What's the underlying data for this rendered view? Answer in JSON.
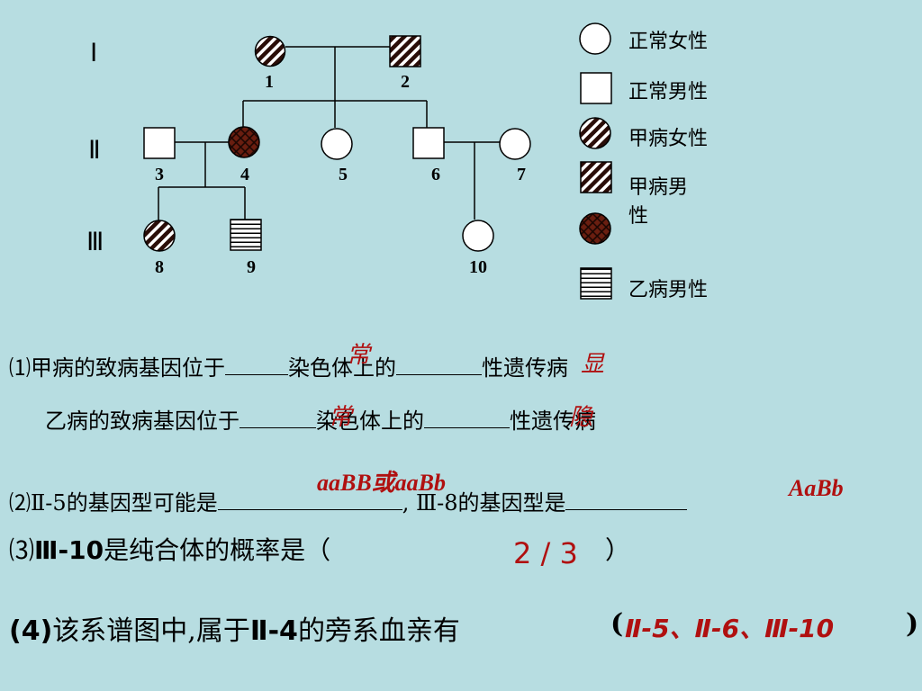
{
  "generations": [
    "Ⅰ",
    "Ⅱ",
    "Ⅲ"
  ],
  "individuals": [
    {
      "id": "1",
      "sex": "female",
      "phenotype": "disease_a"
    },
    {
      "id": "2",
      "sex": "male",
      "phenotype": "disease_a"
    },
    {
      "id": "3",
      "sex": "male",
      "phenotype": "normal"
    },
    {
      "id": "4",
      "sex": "female",
      "phenotype": "disease_a_b"
    },
    {
      "id": "5",
      "sex": "female",
      "phenotype": "normal"
    },
    {
      "id": "6",
      "sex": "male",
      "phenotype": "normal"
    },
    {
      "id": "7",
      "sex": "female",
      "phenotype": "normal"
    },
    {
      "id": "8",
      "sex": "female",
      "phenotype": "disease_a"
    },
    {
      "id": "9",
      "sex": "male",
      "phenotype": "disease_b"
    },
    {
      "id": "10",
      "sex": "female",
      "phenotype": "normal"
    }
  ],
  "legend": [
    {
      "symbol": "normal-female",
      "label": "正常女性"
    },
    {
      "symbol": "normal-male",
      "label": "正常男性"
    },
    {
      "symbol": "disease-a-female",
      "label": "甲病女性"
    },
    {
      "symbol": "disease-a-male",
      "label_line1": "甲病男",
      "label_line2": "性"
    },
    {
      "symbol": "disease-a-b-female",
      "label": ""
    },
    {
      "symbol": "disease-b-male",
      "label": "乙病男性"
    }
  ],
  "colors": {
    "background": "#b7dde1",
    "answer": "#b01010",
    "disease_a_b_fill": "#6a1e10"
  },
  "questions": {
    "q1a_prefix": "⑴甲病的致病基因位于",
    "q1a_mid": "染色体上的",
    "q1a_suffix": "性遗传病",
    "q1a_ans1": "常",
    "q1a_ans2": "显",
    "q1b_prefix": "乙病的致病基因位于",
    "q1b_mid": "染色体上的",
    "q1b_suffix": "性遗传病",
    "q1b_ans1": "常",
    "q1b_ans2": "隐",
    "q2_prefix": "⑵Ⅱ-5的基因型可能是",
    "q2_mid": ", Ⅲ-8的基因型是",
    "q2_ans1": "aaBB或aaBb",
    "q2_ans2": "AaBb",
    "q3_prefix": "⑶",
    "q3_bold": "Ⅲ-10",
    "q3_text": "是纯合体的概率是（",
    "q3_close": "）",
    "q3_ans": "2 / 3",
    "q4_prefix": "(4)",
    "q4_text": "该系谱图中,属于",
    "q4_bold": "Ⅱ-4",
    "q4_text2": "的旁系血亲有",
    "q4_open": "(",
    "q4_ans": "Ⅱ-5、Ⅱ-6、Ⅲ-10",
    "q4_close": ")"
  }
}
